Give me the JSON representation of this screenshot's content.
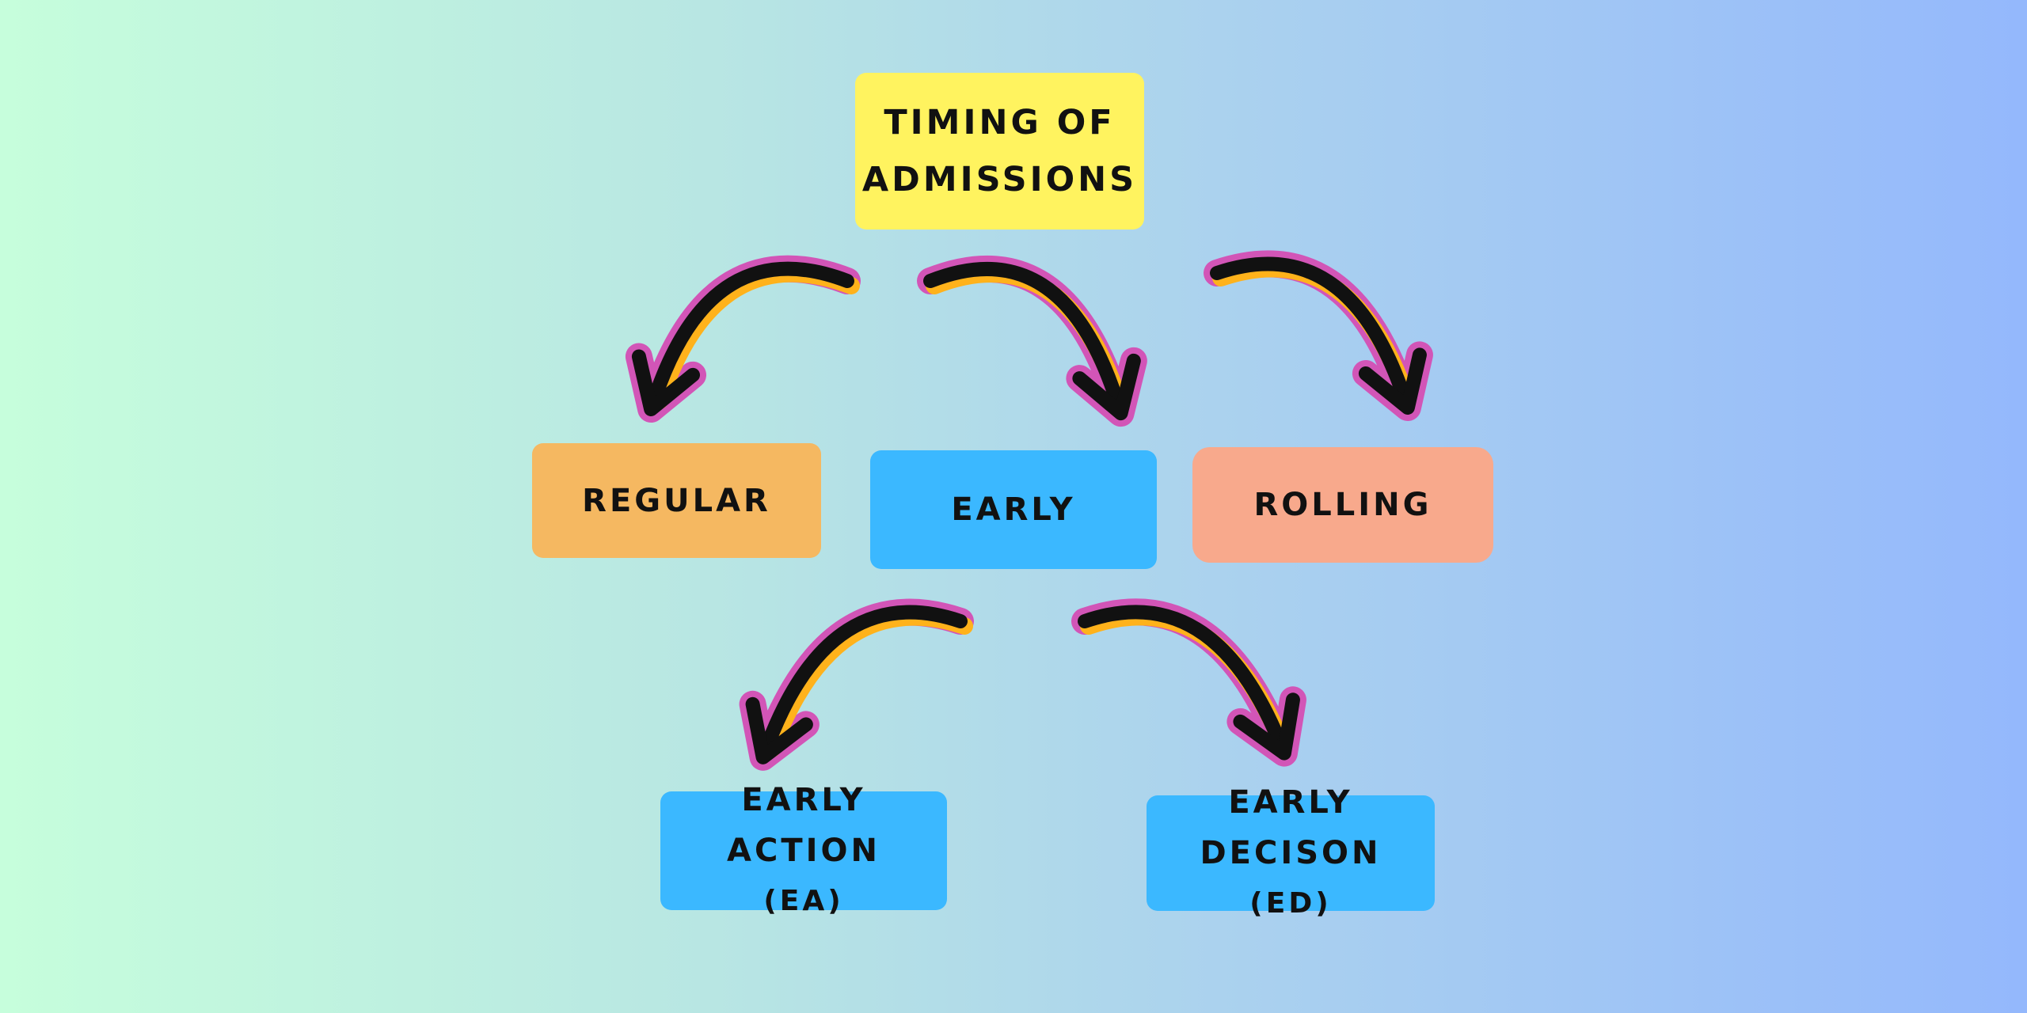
{
  "colors": {
    "root": "#fff35f",
    "regular": "#f5b861",
    "early": "#3bb8ff",
    "rolling": "#f8a98c",
    "ea": "#3bb8ff",
    "ed": "#3bb8ff",
    "arrow_outline": "#d255b7",
    "arrow_accent": "#ffb21b",
    "arrow_body": "#111111"
  },
  "root": {
    "line1": "Timing of",
    "line2": "Admissions"
  },
  "regular": {
    "label": "Regular"
  },
  "early": {
    "label": "Early"
  },
  "rolling": {
    "label": "Rolling"
  },
  "ea": {
    "line1": "Early Action",
    "line2": "(EA)"
  },
  "ed": {
    "line1": "Early Decison",
    "line2": "(ED)"
  }
}
